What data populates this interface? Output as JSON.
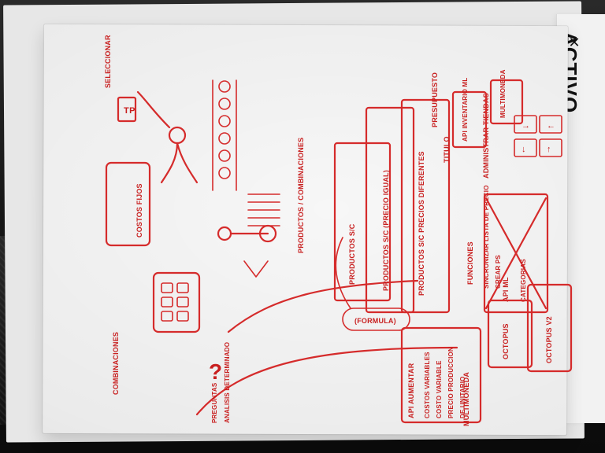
{
  "image": {
    "brand_text": "ACTIVO",
    "brand_mark": "✕"
  },
  "sketch": {
    "labels": {
      "costos_fijos": "COSTOS FIJOS",
      "seleccionar": "SELECCIONAR",
      "tp": "TP",
      "combinaciones": "COMBINACIONES",
      "productos_combinaciones": "PRODUCTOS / COMBINACIONES",
      "productos_sc": "PRODUCTOS S/C",
      "productos_sc_precio_igual": "PRODUCTOS S/C (PRECIO IGUAL)",
      "productos_sc_precios_diferentes": "PRODUCTOS S/C PRECIOS DIFERENTES",
      "formula": "(FORMULA)",
      "preguntas": "PREGUNTAS",
      "preguntas_sub": "ANALISIS DETERMINADO",
      "api_aumentar": "API AUMENTAR",
      "costos_variables": "COSTOS VARIABLES",
      "costo_variable": "COSTO VARIABLE",
      "precio_produccion": "PRECIO PRODUCCION",
      "de_unitario": "DE UNITARIO",
      "funciones": "FUNCIONES",
      "sincronizar_lista_precio": "SINCRONIZAR LISTA DE PRECIO",
      "crear_ps": "CREAR PS",
      "api_ml": "API ML",
      "categorias": "CATEGORIAS",
      "administrar_tiendas": "ADMINISTRAR TIENDAS",
      "multimoneda": "MULTIMONEDA",
      "octopus": "OCTOPUS",
      "octopus_v2": "OCTOPUS V2",
      "presupuesto": "PRESUPUESTO",
      "titulo": "TITULO",
      "api_inventario_ml": "API INVENTARIO ML",
      "api_multimoneda": "MULTIMONEDA"
    },
    "icons": {
      "arrow_right": "→",
      "arrow_left": "←",
      "arrow_up": "↑",
      "arrow_down": "↓",
      "question": "?"
    }
  }
}
